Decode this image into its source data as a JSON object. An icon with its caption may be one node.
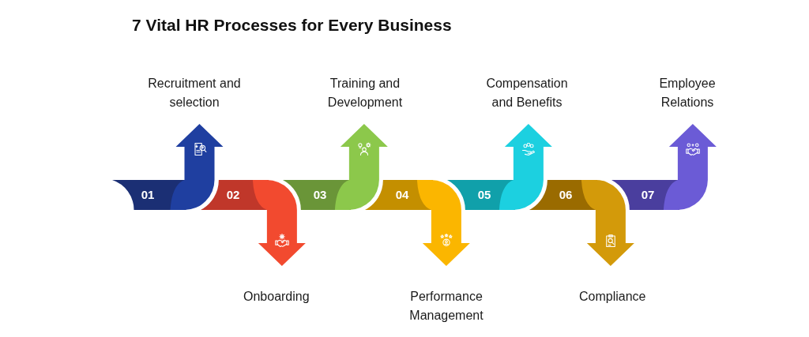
{
  "diagram": {
    "title": "7 Vital HR Processes for Every Business",
    "nodes": [
      {
        "text": [
          "01"
        ],
        "beside": [
          "Recruitment and selection"
        ]
      },
      {
        "text": [
          "02"
        ],
        "beside": [
          "Onboarding"
        ]
      },
      {
        "text": [
          "03"
        ],
        "beside": [
          "Training and Development"
        ]
      },
      {
        "text": [
          "04"
        ],
        "beside": [
          "Performance Management"
        ]
      },
      {
        "text": [
          "05"
        ],
        "beside": [
          "Compensation and Benefits"
        ]
      },
      {
        "text": [
          "06"
        ],
        "beside": [
          "Compliance"
        ]
      },
      {
        "text": [
          "07"
        ],
        "beside": [
          "Employee Relations"
        ]
      }
    ]
  }
}
